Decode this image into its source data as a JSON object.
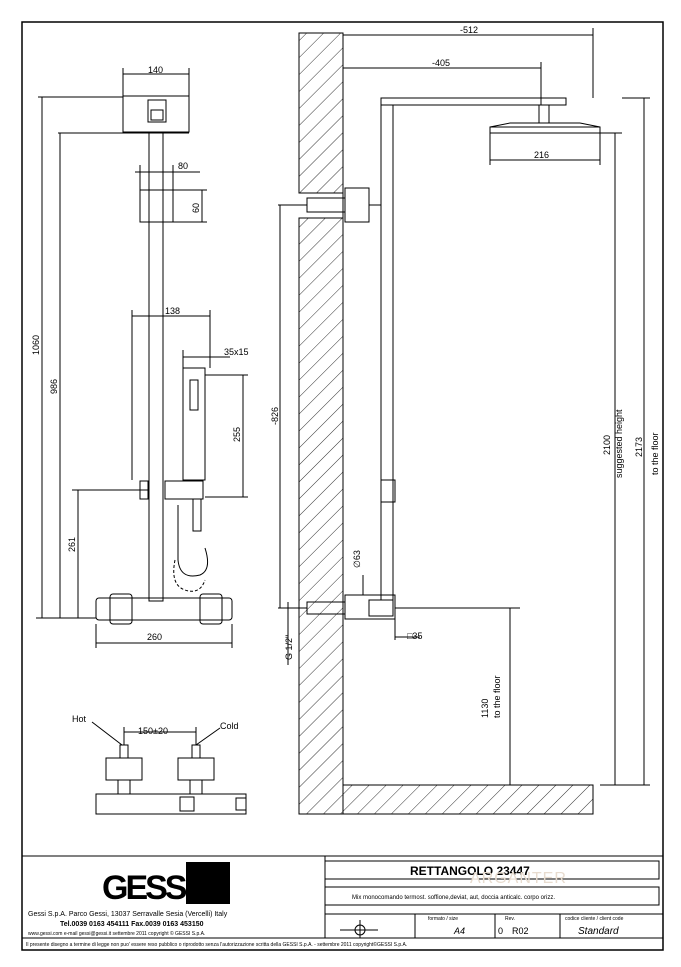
{
  "product": {
    "name": "RETTANGOLO 23447",
    "description": "Mix monocomando termost. soffione,deviat, aut, doccia anticalc. corpo orizz."
  },
  "brand": {
    "logo_text": "GESSI",
    "address": "Gessi S.p.A. Parco Gessi, 13037 Serravalle Sesia (Vercelli) Italy",
    "phone": "Tel.0039 0163 454111 Fax.0039 0163 453150",
    "web": "www.gessi.com e-mail gessi@gessi.it settembre 2011 copyright © GESSI S.p.A.",
    "disclaimer": "Il presente disegno a termine di legge non puo' essere reso pubblico o riprodotto senza l'autorizzazione scritta della GESSI S.p.A. - settembre 2011 copyright©GESSI S.p.A.",
    "watermark": "ARGANTER"
  },
  "title_block": {
    "format_label": "formato / size",
    "format_value": "A4",
    "rev_label": "Rev.",
    "rev_value": "0",
    "rev_code": "R02",
    "client_code_label": "codice cliente / client code",
    "client_code_value": "Standard"
  },
  "front_view": {
    "dim_140": "140",
    "dim_80": "80",
    "dim_60": "60",
    "dim_138": "138",
    "dim_35x15": "35x15",
    "dim_255": "255",
    "dim_1060": "1060",
    "dim_986": "986",
    "dim_261": "261",
    "dim_260": "260"
  },
  "side_view": {
    "dim_512": "-512",
    "dim_405": "-405",
    "dim_216": "216",
    "dim_826": "-826",
    "dim_63": "∅63",
    "dim_35sq": "□35",
    "dim_g12": "G 1/2\"",
    "dim_2100": "2100",
    "suggested_height": "suggested height",
    "dim_2173": "2173",
    "to_floor_1": "to the floor",
    "dim_1130": "1130",
    "to_floor_2": "to the floor"
  },
  "top_view": {
    "hot": "Hot",
    "cold": "Cold",
    "dim_150": "150±20"
  }
}
